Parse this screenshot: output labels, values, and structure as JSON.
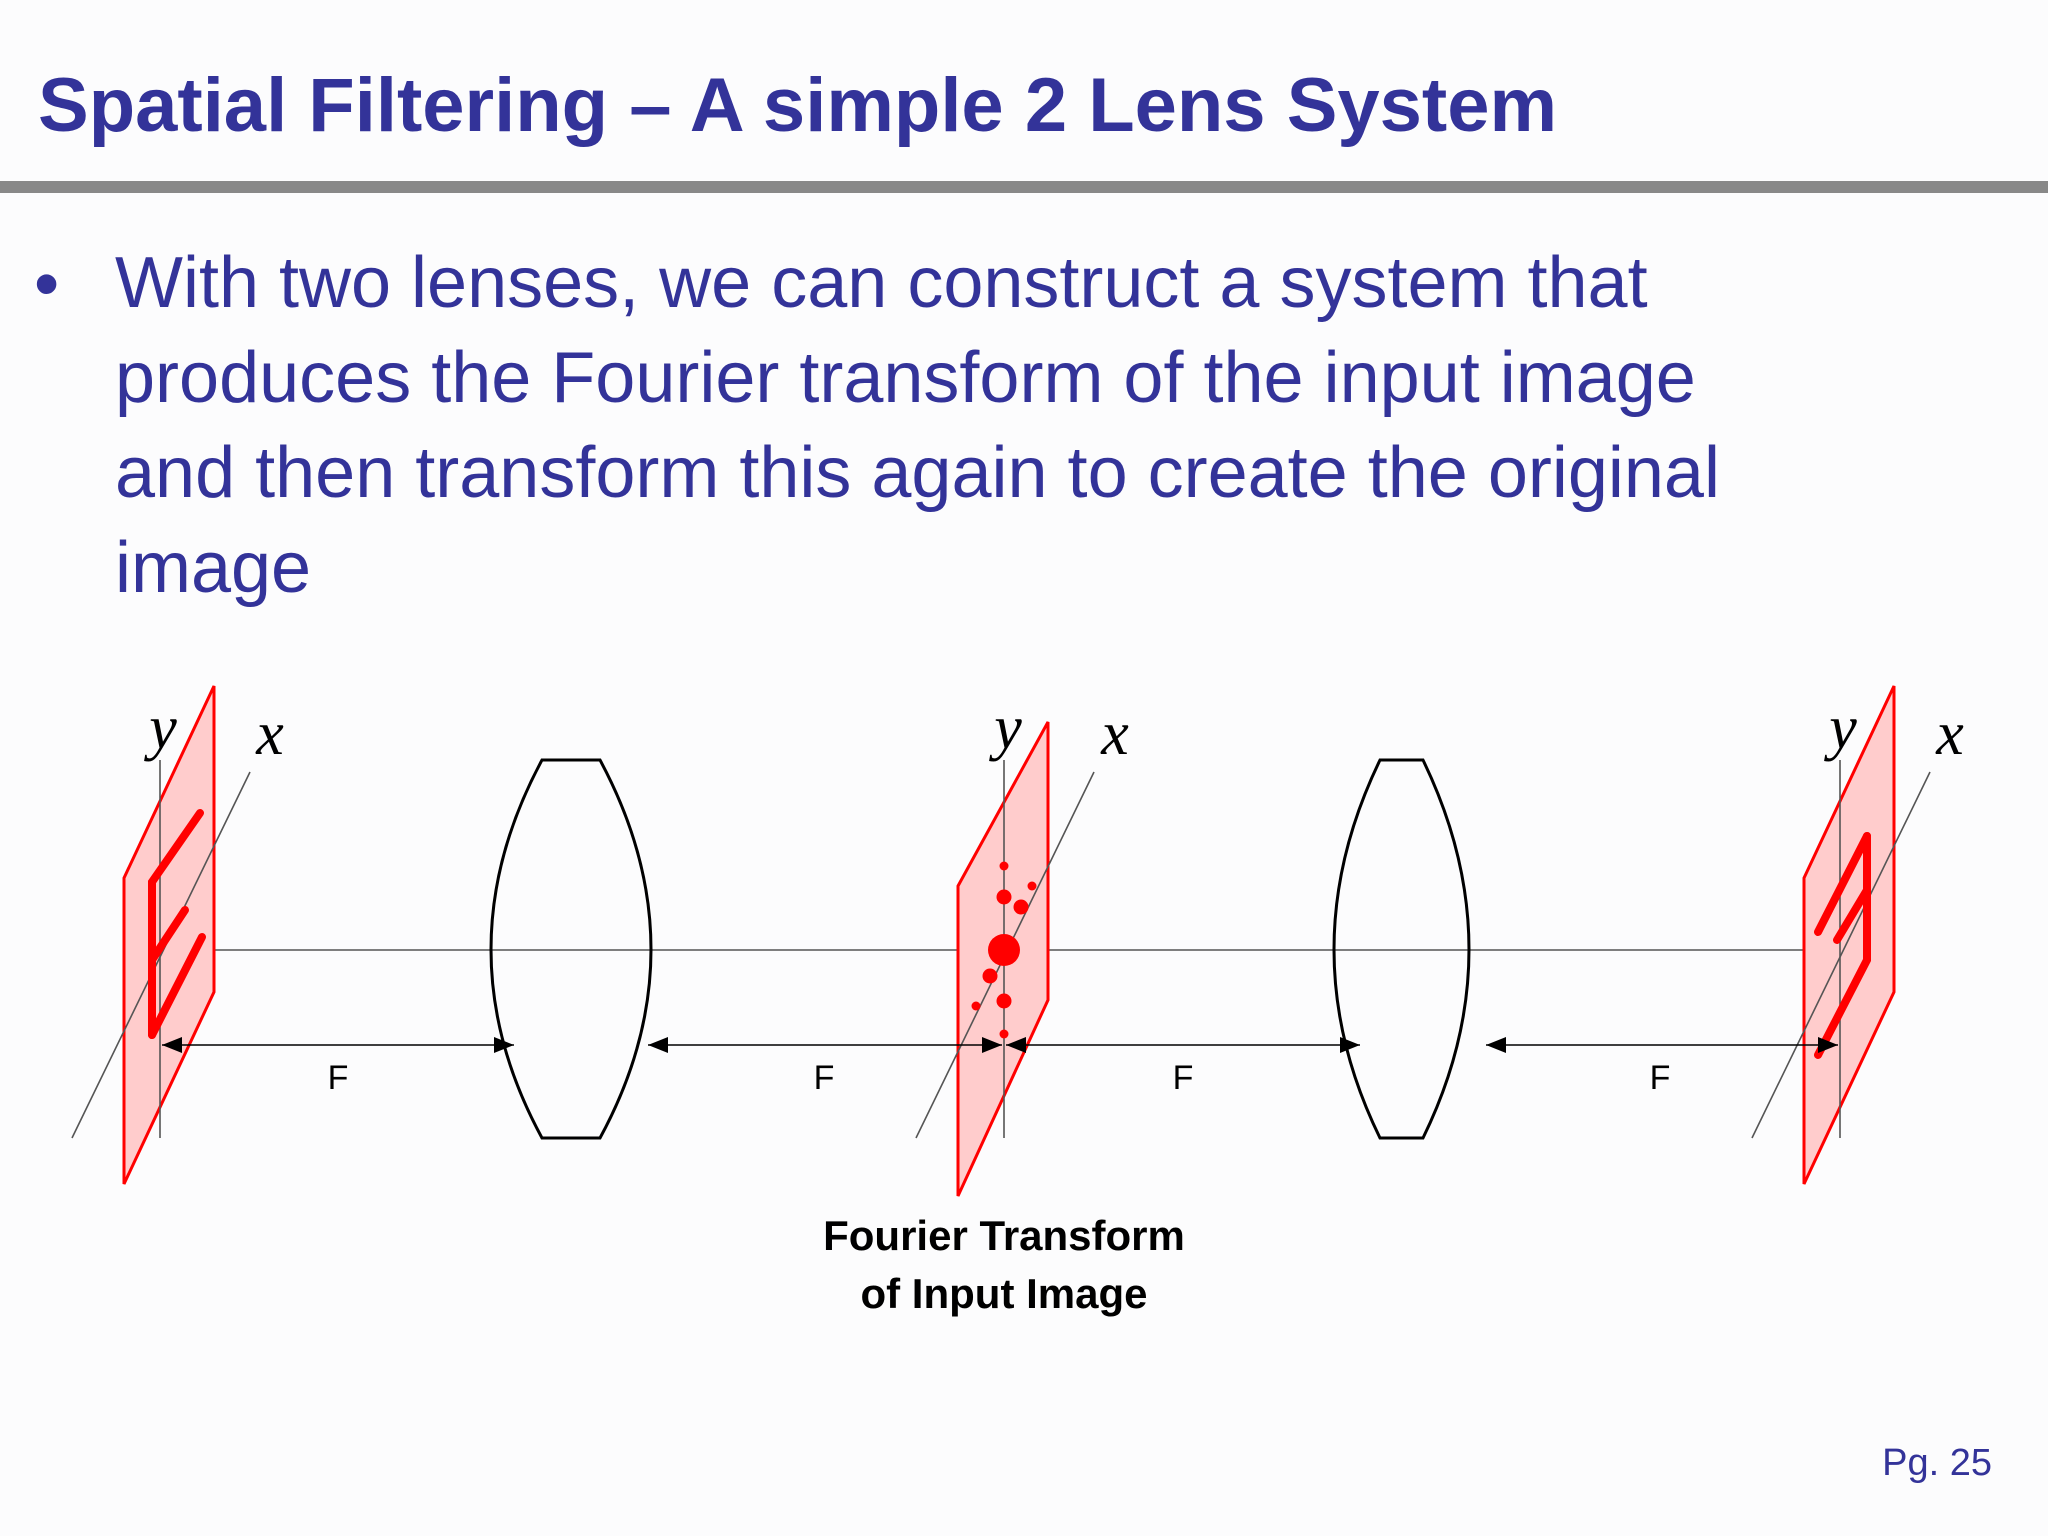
{
  "slide": {
    "title": "Spatial Filtering – A simple 2 Lens System",
    "bullet_lines": [
      "With two lenses, we can construct a system that",
      "produces the Fourier transform of the input image",
      "and then transform this again to create the original",
      "image"
    ],
    "page_number": "Pg. 25"
  },
  "diagram": {
    "axis_labels": {
      "input": {
        "y": "y",
        "x": "x"
      },
      "fourier": {
        "y": "y",
        "x": "x"
      },
      "output": {
        "y": "y",
        "x": "x"
      }
    },
    "distance_labels": [
      "F",
      "F",
      "F",
      "F"
    ],
    "caption_lines": [
      "Fourier Transform",
      "of Input Image"
    ],
    "colors": {
      "plane_fill": "#ffcccc",
      "plane_stroke": "#ff0000",
      "pattern": "#ff0000",
      "lens_stroke": "#000000",
      "axis_line": "#555555"
    }
  }
}
